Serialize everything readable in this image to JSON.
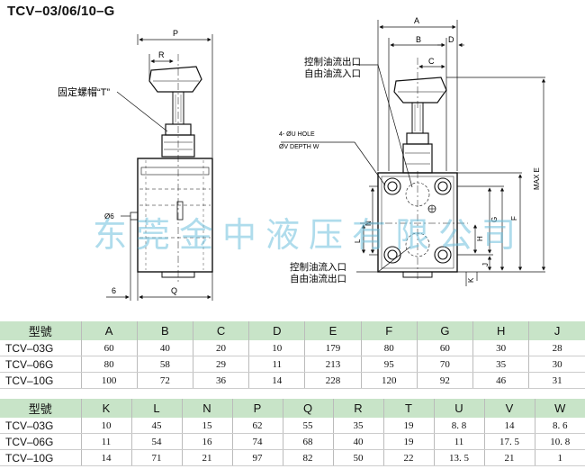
{
  "title": "TCV–03/06/10–G",
  "watermark": "东莞金中液压有限公司",
  "left_view": {
    "label_p": "P",
    "label_r": "R",
    "label_nut": "固定螺帽“T”",
    "label_phi": "Ø6",
    "label_6": "6",
    "label_q": "Q"
  },
  "right_view": {
    "label_a": "A",
    "label_b": "B",
    "label_d": "D",
    "label_c": "C",
    "port_top_1": "控制油流出口",
    "port_top_2": "自由油流入口",
    "hole_1": "4- ØU HOLE",
    "hole_2": "ØV DEPTH W",
    "port_bot_1": "控制油流入口",
    "port_bot_2": "自由油流出口",
    "label_n": "N",
    "label_l": "L",
    "label_h": "H",
    "label_g": "G",
    "label_f": "F",
    "label_j": "J",
    "label_k": "K",
    "label_maxe": "MAX E"
  },
  "table1": {
    "headers": [
      "型號",
      "A",
      "B",
      "C",
      "D",
      "E",
      "F",
      "G",
      "H",
      "J"
    ],
    "rows": [
      [
        "TCV–03G",
        "60",
        "40",
        "20",
        "10",
        "179",
        "80",
        "60",
        "30",
        "28"
      ],
      [
        "TCV–06G",
        "80",
        "58",
        "29",
        "11",
        "213",
        "95",
        "70",
        "35",
        "30"
      ],
      [
        "TCV–10G",
        "100",
        "72",
        "36",
        "14",
        "228",
        "120",
        "92",
        "46",
        "31"
      ]
    ]
  },
  "table2": {
    "headers": [
      "型號",
      "K",
      "L",
      "N",
      "P",
      "Q",
      "R",
      "T",
      "U",
      "V",
      "W"
    ],
    "rows": [
      [
        "TCV–03G",
        "10",
        "45",
        "15",
        "62",
        "55",
        "35",
        "19",
        "8. 8",
        "14",
        "8. 6"
      ],
      [
        "TCV–06G",
        "11",
        "54",
        "16",
        "74",
        "68",
        "40",
        "19",
        "11",
        "17. 5",
        "10. 8"
      ],
      [
        "TCV–10G",
        "14",
        "71",
        "21",
        "97",
        "82",
        "50",
        "22",
        "13. 5",
        "21",
        "1"
      ]
    ]
  }
}
